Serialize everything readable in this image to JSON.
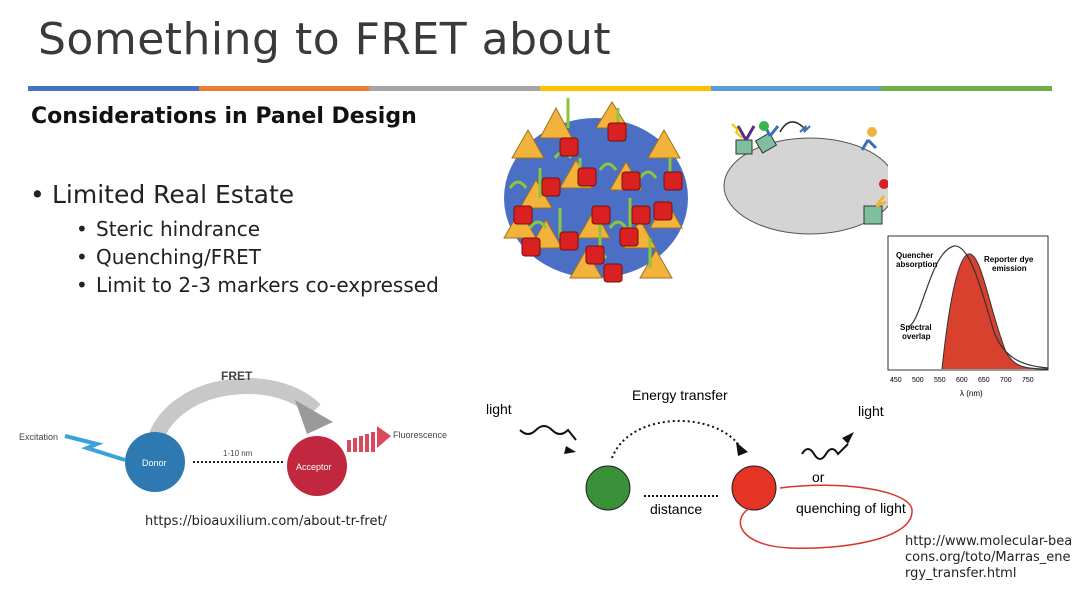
{
  "slide": {
    "title": "Something to FRET about",
    "subtitle": "Considerations in Panel Design",
    "bullet_main": "Limited Real Estate",
    "bullet_subs": [
      "Steric hindrance",
      "Quenching/FRET",
      "Limit to 2-3 markers co-expressed"
    ],
    "accent_colors": [
      "#4472c4",
      "#ed7d31",
      "#a5a5a5",
      "#ffc000",
      "#5b9bd5",
      "#70ad47"
    ]
  },
  "diagram_left": {
    "fret_label": "FRET",
    "excitation_label": "Excitation",
    "donor_label": "Donor",
    "distance_label": "1-10 nm",
    "acceptor_label": "Acceptor",
    "fluorescence_label": "Fluorescence",
    "source_url": "https://bioauxilium.com/about-tr-fret/"
  },
  "diagram_right": {
    "light_left": "light",
    "energy_transfer": "Energy transfer",
    "light_right": "light",
    "or_label": "or",
    "distance_label": "distance",
    "quenching_label": "quenching of light",
    "source_url": "http://www.molecular-beacons.org/toto/Marras_energy_transfer.html"
  },
  "spectrum": {
    "quencher_label_1": "Quencher",
    "quencher_label_2": "absorption",
    "reporter_label_1": "Reporter dye",
    "reporter_label_2": "emission",
    "overlap_label_1": "Spectral",
    "overlap_label_2": "overlap",
    "x_ticks": [
      "450",
      "500",
      "550",
      "600",
      "650",
      "700",
      "750"
    ],
    "x_axis_label": "λ (nm)"
  }
}
